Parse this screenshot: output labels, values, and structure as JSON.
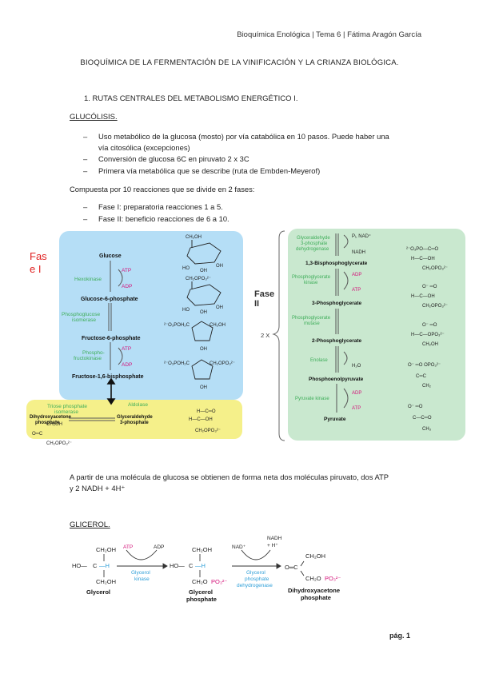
{
  "header": "Bioquímica Enológica | Tema 6 | Fátima Aragón García",
  "title": "BIOQUÍMICA DE LA FERMENTACIÓN DE LA VINIFICACIÓN Y LA CRIANZA BIOLÓGICA.",
  "section1": "1.  RUTAS CENTRALES DEL METABOLISMO ENERGÉTICO I.",
  "glucolisis_heading": "GLUCÓLISIS.",
  "bullets1": [
    "Uso metabólico de la glucosa (mosto) por vía catabólica en 10 pasos. Puede haber una",
    "vía citosólica (excepciones)",
    "Conversión de glucosa 6C en piruvato  2 x 3C",
    "Primera vía metabólica que se describe (ruta de Embden-Meyerof)"
  ],
  "phases_intro": "Compuesta por 10 reacciones que se divide en 2 fases:",
  "bullets2": [
    "Fase I: preparatoria reacciones 1 a 5.",
    "Fase II: beneficio reacciones de 6 a 10."
  ],
  "figure": {
    "fase1_label": [
      "Fas",
      "e I"
    ],
    "fase2_label": [
      "Fase",
      "II"
    ],
    "times_label": "2 X",
    "phase1": {
      "glucose": "Glucose",
      "atp1": "ATP",
      "hexokinase": "Hexokinase",
      "adp1": "ADP",
      "g6p": "Glucose-6-phosphate",
      "pgi": [
        "Phosphoglucose",
        "isomerase"
      ],
      "f6p": "Fructose-6-phosphate",
      "atp2": "ATP",
      "pfk": [
        "Phospho-",
        "fructokinase"
      ],
      "adp2": "ADP",
      "f16bp": "Fructose-1,6-bisphosphate",
      "aldolase": "Aldolase",
      "tpi": [
        "Triose phosphate",
        "isomerase"
      ],
      "dhap": [
        "Dihydroxyacetone",
        "phosphate"
      ],
      "gap": [
        "Glyceraldehyde",
        "3-phosphate"
      ]
    },
    "phase2": {
      "gapdh": [
        "Glyceraldehyde",
        "3-phosphate",
        "dehydrogenase"
      ],
      "pi_nad": "Pᵢ, NAD⁺",
      "nadh": "NADH",
      "bpg": "1,3-Bisphosphoglycerate",
      "pgk": [
        "Phosphoglycerate",
        "kinase"
      ],
      "adp3": "ADP",
      "atp3": "ATP",
      "pg3": "3-Phosphoglycerate",
      "pgm": [
        "Phosphoglycerate",
        "mutase"
      ],
      "pg2": "2-Phosphoglycerate",
      "enolase": "Enolase",
      "h2o": "H₂O",
      "pep": "Phosphoenolpyruvate",
      "pk": "Pyruvate kinase",
      "adp4": "ADP",
      "atp4": "ATP",
      "pyruvate": "Pyruvate"
    }
  },
  "summary": [
    "A partir de una molécula de glucosa se obtienen de forma neta dos moléculas piruvato, dos ATP",
    "y 2 NADH + 4H⁺"
  ],
  "glicerol_heading": "GLICEROL.",
  "glycerol_figure": {
    "atp": "ATP",
    "adp": "ADP",
    "kinase": [
      "Glycerol",
      "kinase"
    ],
    "nad": "NAD⁺",
    "nadh": "NADH",
    "h": "+ H⁺",
    "dehydrogenase": [
      "Glycerol",
      "phosphate",
      "dehydrogenase"
    ],
    "glycerol": "Glycerol",
    "g3p": [
      "Glycerol",
      "phosphate"
    ],
    "dhap": [
      "Dihydroxyacetone",
      "phosphate"
    ]
  },
  "page_number": "pág. 1",
  "colors": {
    "phase1_bg": "#b5def6",
    "phase2_bg": "#c9e8cf",
    "triose_bg": "#f5f08a",
    "enzyme_green": "#3fae5a",
    "cofactor_magenta": "#d4147a",
    "enzyme_blue": "#2f9fd8",
    "label_red": "#e02020"
  }
}
